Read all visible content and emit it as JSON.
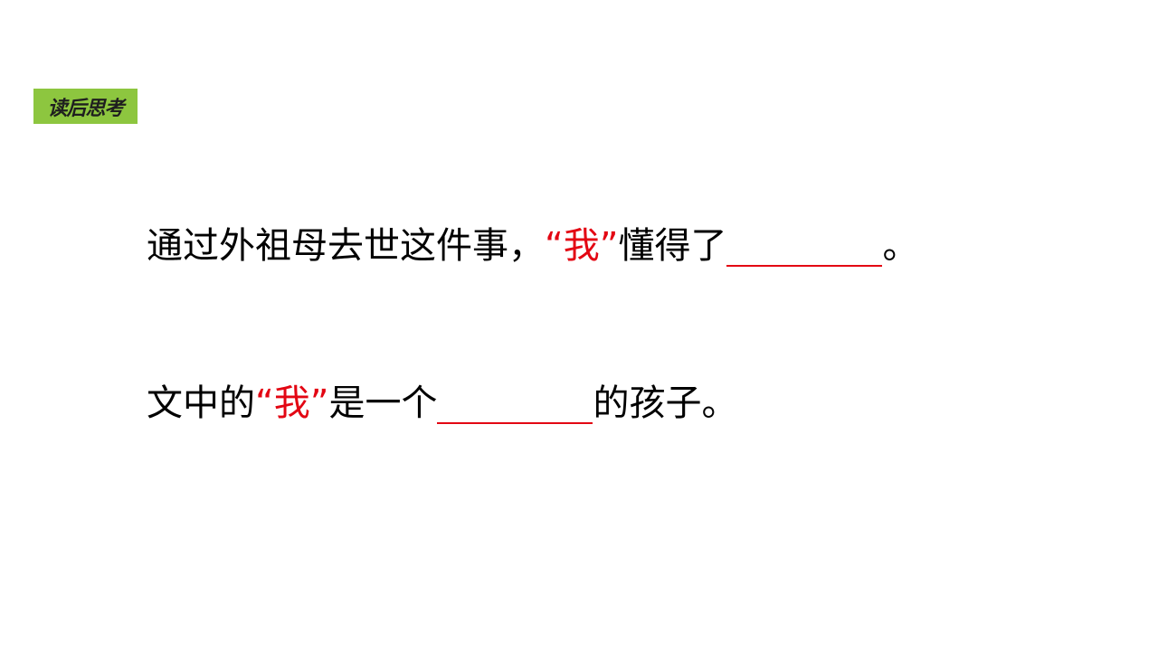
{
  "colors": {
    "badge_bg": "#8dc63f",
    "badge_text": "#1f1f1f",
    "accent_red": "#e30613",
    "text": "#000000"
  },
  "badge": {
    "label": "读后思考"
  },
  "question1": {
    "before": "通过外祖母去世这件事，",
    "quote": "“我”",
    "after": "懂得了",
    "end": "。"
  },
  "question2": {
    "before": "文中的",
    "quote": "“我”",
    "after": "是一个",
    "end": "的孩子。"
  }
}
